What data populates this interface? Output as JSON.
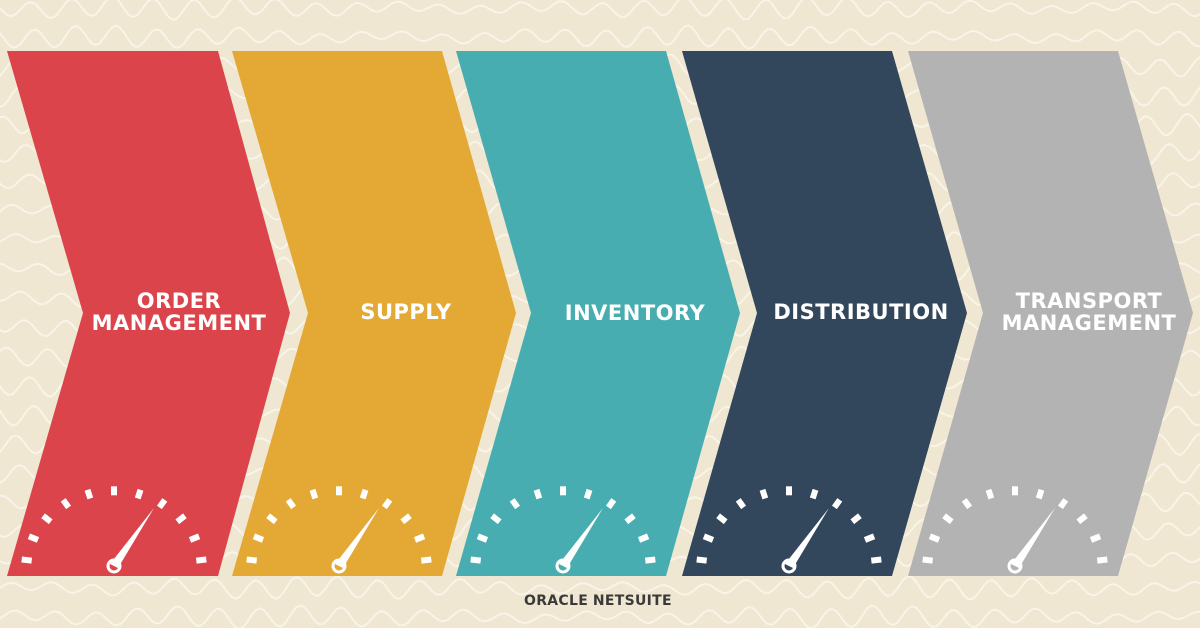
{
  "stages": [
    {
      "lines": [
        "ORDER",
        "MANAGEMENT"
      ],
      "color": "#dc444c"
    },
    {
      "lines": [
        "SUPPLY"
      ],
      "color": "#e3a934"
    },
    {
      "lines": [
        "INVENTORY"
      ],
      "color": "#48adb0"
    },
    {
      "lines": [
        "DISTRIBUTION"
      ],
      "color": "#32475c"
    },
    {
      "lines": [
        "TRANSPORT",
        "MANAGEMENT"
      ],
      "color": "#b3b3b3"
    }
  ],
  "logo": {
    "brand": "ORACLE",
    "product": "NETSUITE"
  },
  "colors": {
    "background": "#efe7d2",
    "wave": "#faf6ec",
    "gauge": "#ffffff"
  }
}
